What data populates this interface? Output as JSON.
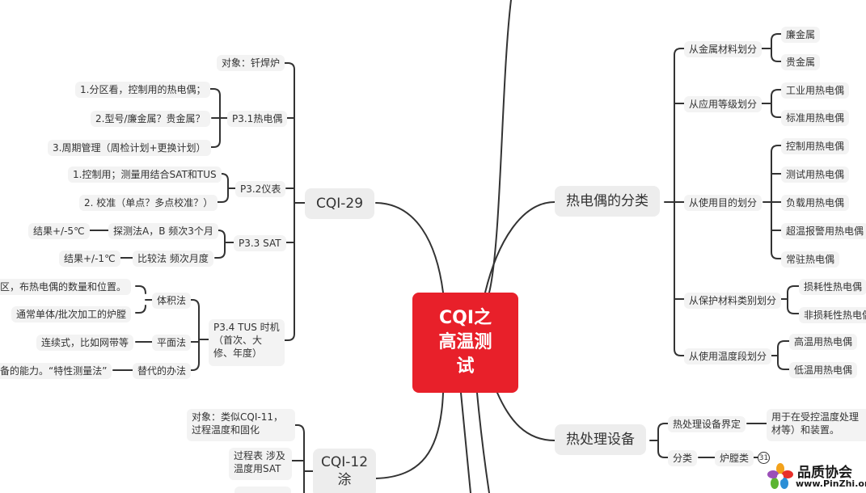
{
  "root": {
    "label": "CQI之高温测试"
  },
  "cqi29": {
    "label": "CQI-29",
    "object": "对象：钎焊炉",
    "p31": {
      "label": "P3.1热电偶",
      "items": [
        "1.分区看，控制用的热电偶；",
        "2.型号/廉金属？贵金属？",
        "3.周期管理（周检计划+更换计划）"
      ]
    },
    "p32": {
      "label": "P3.2仪表",
      "items": [
        "1.控制用；测量用结合SAT和TUS",
        "2. 校准（单点？多点校准？）"
      ]
    },
    "p33": {
      "label": "P3.3 SAT",
      "probe": "探测法A，B 频次3个月",
      "probe_result": "结果+/-5℃",
      "compare": "比较法 频次月度",
      "compare_result": "结果+/-1℃"
    },
    "p34": {
      "label": "P3.4 TUS 时机（首次、大修、年度）",
      "volume": "体积法",
      "volume_a": "区，布热电偶的数量和位置。",
      "volume_b": "通常单体/批次加工的炉膛",
      "plane": "平面法",
      "plane_a": "连续式，比如网带等",
      "alt": "替代的办法",
      "alt_a": "设备的能力。“特性测量法”"
    }
  },
  "cqi12": {
    "label": "CQI-12涂",
    "object": "对象：类似CQI-11，过程温度和固化",
    "process": "过程表 涉及温度用SAT"
  },
  "thermo": {
    "label": "热电偶的分类",
    "metal": {
      "label": "从金属材料划分",
      "items": [
        "廉金属",
        "贵金属"
      ]
    },
    "grade": {
      "label": "从应用等级划分",
      "items": [
        "工业用热电偶",
        "标准用热电偶"
      ]
    },
    "purpose": {
      "label": "从使用目的划分",
      "items": [
        "控制用热电偶",
        "测试用热电偶",
        "负载用热电偶",
        "超温报警用热电偶",
        "常驻热电偶"
      ]
    },
    "protect": {
      "label": "从保护材料类别划分",
      "items": [
        "损耗性热电偶",
        "非损耗性热电偶"
      ]
    },
    "temp": {
      "label": "从使用温度段划分",
      "items": [
        "高温用热电偶",
        "低温用热电偶"
      ]
    }
  },
  "heat": {
    "label": "热处理设备",
    "define": {
      "label": "热处理设备界定",
      "text": "用于在受控温度处理材等）和装置。"
    },
    "category": {
      "label": "分类",
      "furnace": "炉膛类",
      "count": "31"
    }
  },
  "watermark": {
    "title": "品质协会",
    "url": "www.PinZhi.org"
  },
  "colors": {
    "root": "#e8202a",
    "line": "#333333",
    "node_bg": "#f3f3f3"
  }
}
